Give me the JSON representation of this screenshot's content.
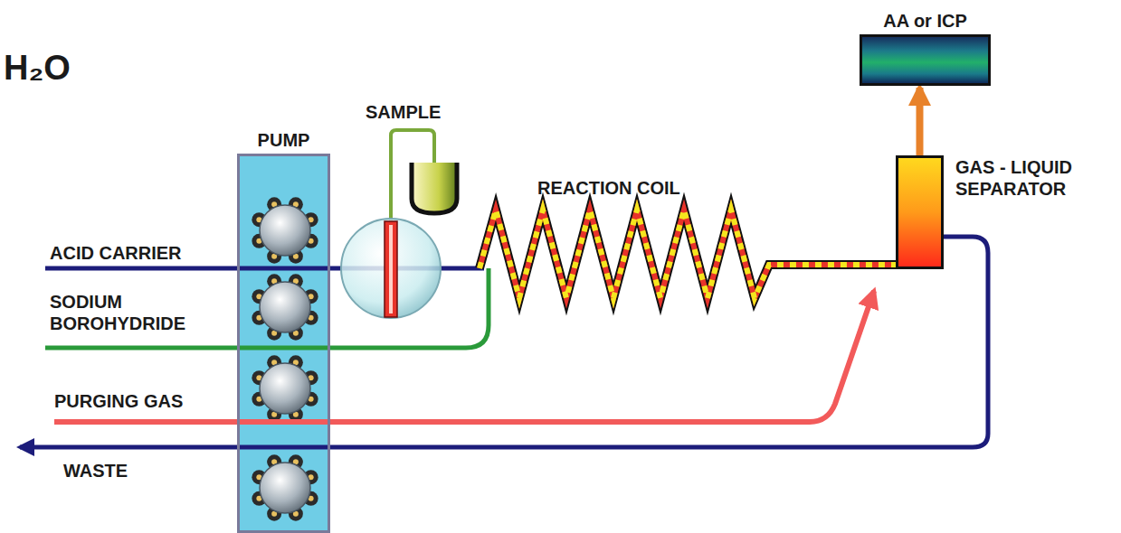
{
  "diagram": {
    "nodes": [
      {
        "text": [
          "PUMP"
        ]
      },
      {
        "text": [
          "GAS - LIQUID SEPARATOR"
        ]
      },
      {
        "text": [
          "AA or ICP"
        ]
      }
    ],
    "edges": [
      {
        "from": 1,
        "to": 2,
        "arrow": "to"
      }
    ],
    "labels": [
      "H₂O",
      "SAMPLE",
      "REACTION COIL",
      "ACID CARRIER",
      "SODIUM BOROHYDRIDE",
      "PURGING GAS",
      "WASTE"
    ]
  }
}
